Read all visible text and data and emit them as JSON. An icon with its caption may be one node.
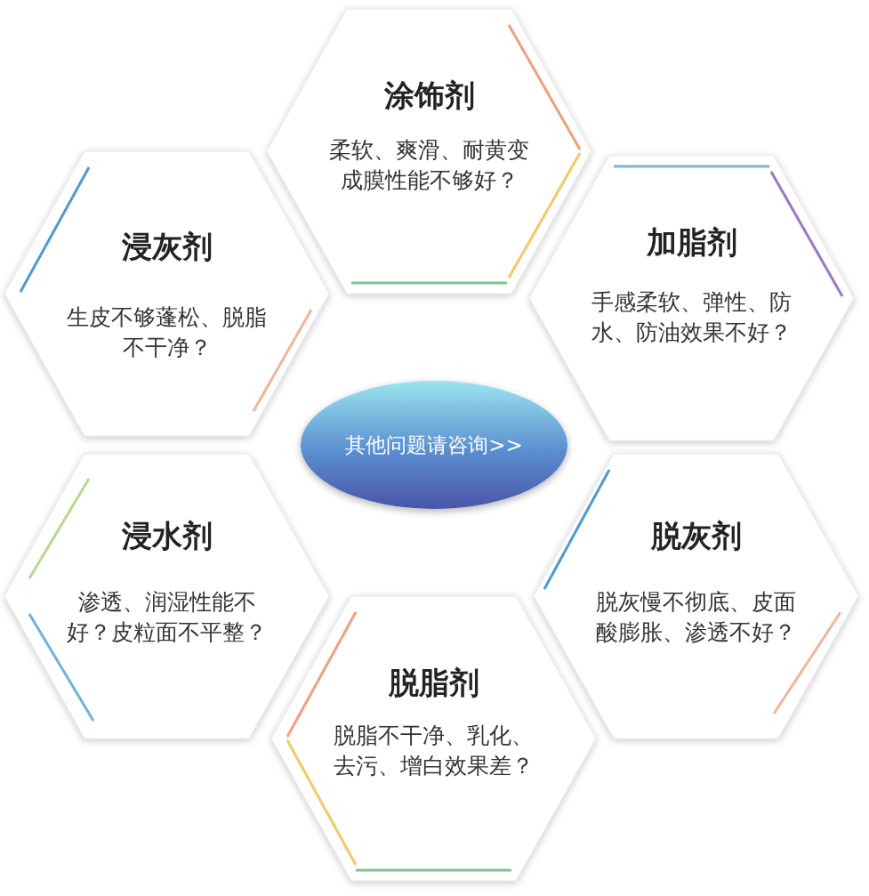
{
  "diagram": {
    "nodes": [
      {
        "text": [
          "涂饰剂",
          "柔软、爽滑、耐黄变成膜性能不够好？"
        ]
      },
      {
        "text": [
          "浸灰剂",
          "生皮不够蓬松、脱脂不干净？"
        ]
      },
      {
        "text": [
          "加脂剂",
          "手感柔软、弹性、防水、防油效果不好？"
        ]
      },
      {
        "text": [
          "其他问题请咨询>>"
        ]
      },
      {
        "text": [
          "浸水剂",
          "渗透、润湿性能不好？皮粒面不平整？"
        ]
      },
      {
        "text": [
          "脱灰剂",
          "脱灰慢不彻底、皮面酸膨胀、渗透不好？"
        ]
      },
      {
        "text": [
          "脱脂剂",
          "脱脂不干净、乳化、去污、增白效果差？"
        ]
      }
    ],
    "edges": []
  }
}
